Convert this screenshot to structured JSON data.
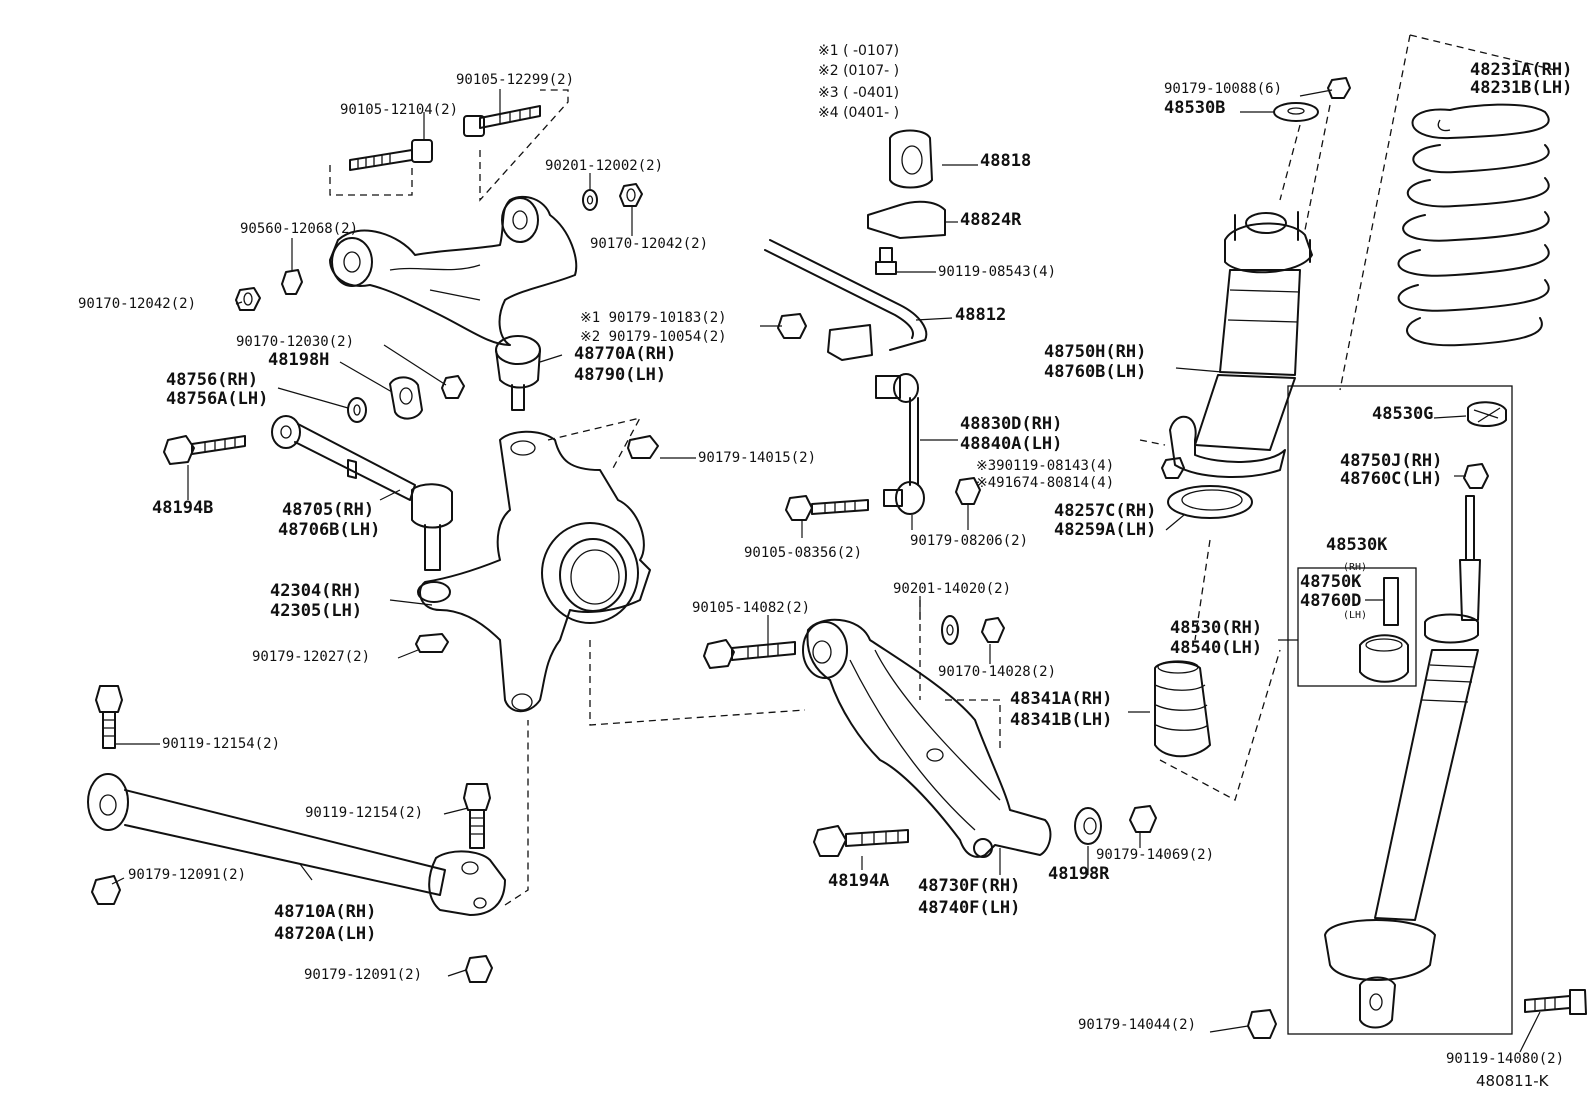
{
  "diagram": {
    "figure_id": "480811-K",
    "legend": [
      {
        "mark": "※1",
        "range": "(      -0107)"
      },
      {
        "mark": "※2",
        "range": "(0107-      )"
      },
      {
        "mark": "※3",
        "range": "(      -0401)"
      },
      {
        "mark": "※4",
        "range": "(0401-      )"
      }
    ],
    "labels": [
      {
        "id": "p90105-12299",
        "text": "90105-12299(2)"
      },
      {
        "id": "p90105-12104",
        "text": "90105-12104(2)"
      },
      {
        "id": "p90201-12002",
        "text": "90201-12002(2)"
      },
      {
        "id": "p90170-12042-a",
        "text": "90170-12042(2)"
      },
      {
        "id": "p90560-12068",
        "text": "90560-12068(2)"
      },
      {
        "id": "p90170-12042-b",
        "text": "90170-12042(2)"
      },
      {
        "id": "p90170-12030",
        "text": "90170-12030(2)"
      },
      {
        "id": "p48198h",
        "text": "48198H"
      },
      {
        "id": "p48756",
        "text": "48756(RH)"
      },
      {
        "id": "p48756a",
        "text": "48756A(LH)"
      },
      {
        "id": "p48194b",
        "text": "48194B"
      },
      {
        "id": "p48705",
        "text": "48705(RH)"
      },
      {
        "id": "p48706b",
        "text": "48706B(LH)"
      },
      {
        "id": "p90179-10183",
        "text": "※1 90179-10183(2)"
      },
      {
        "id": "p90179-10054",
        "text": "※2 90179-10054(2)"
      },
      {
        "id": "p48770a",
        "text": "48770A(RH)"
      },
      {
        "id": "p48790",
        "text": "48790(LH)"
      },
      {
        "id": "p48818",
        "text": "48818"
      },
      {
        "id": "p48824r",
        "text": "48824R"
      },
      {
        "id": "p90119-08543",
        "text": "90119-08543(4)"
      },
      {
        "id": "p48812",
        "text": "48812"
      },
      {
        "id": "p90179-14015",
        "text": "90179-14015(2)"
      },
      {
        "id": "p48830d",
        "text": "48830D(RH)"
      },
      {
        "id": "p48840a",
        "text": "48840A(LH)"
      },
      {
        "id": "p390119-08143",
        "text": "※390119-08143(4)"
      },
      {
        "id": "p491674-80814",
        "text": "※491674-80814(4)"
      },
      {
        "id": "p90105-08356",
        "text": "90105-08356(2)"
      },
      {
        "id": "p90179-08206",
        "text": "90179-08206(2)"
      },
      {
        "id": "p42304",
        "text": "42304(RH)"
      },
      {
        "id": "p42305",
        "text": "42305(LH)"
      },
      {
        "id": "p90179-12027",
        "text": "90179-12027(2)"
      },
      {
        "id": "p90201-14020",
        "text": "90201-14020(2)"
      },
      {
        "id": "p90105-14082",
        "text": "90105-14082(2)"
      },
      {
        "id": "p90170-14028",
        "text": "90170-14028(2)"
      },
      {
        "id": "p48341a",
        "text": "48341A(RH)"
      },
      {
        "id": "p48341b",
        "text": "48341B(LH)"
      },
      {
        "id": "p90119-12154-a",
        "text": "90119-12154(2)"
      },
      {
        "id": "p90119-12154-b",
        "text": "90119-12154(2)"
      },
      {
        "id": "p90179-12091-a",
        "text": "90179-12091(2)"
      },
      {
        "id": "p48710a",
        "text": "48710A(RH)"
      },
      {
        "id": "p48720a",
        "text": "48720A(LH)"
      },
      {
        "id": "p90179-12091-b",
        "text": "90179-12091(2)"
      },
      {
        "id": "p48194a",
        "text": "48194A"
      },
      {
        "id": "p48730f",
        "text": "48730F(RH)"
      },
      {
        "id": "p48740f",
        "text": "48740F(LH)"
      },
      {
        "id": "p48198r",
        "text": "48198R"
      },
      {
        "id": "p90179-14069",
        "text": "90179-14069(2)"
      },
      {
        "id": "p90179-14044",
        "text": "90179-14044(2)"
      },
      {
        "id": "p90119-14080",
        "text": "90119-14080(2)"
      },
      {
        "id": "p90179-10088",
        "text": "90179-10088(6)"
      },
      {
        "id": "p48530b",
        "text": "48530B"
      },
      {
        "id": "p48231a",
        "text": "48231A(RH)"
      },
      {
        "id": "p48231b",
        "text": "48231B(LH)"
      },
      {
        "id": "p48750h",
        "text": "48750H(RH)"
      },
      {
        "id": "p48760b",
        "text": "48760B(LH)"
      },
      {
        "id": "p48530g",
        "text": "48530G"
      },
      {
        "id": "p48750j",
        "text": "48750J(RH)"
      },
      {
        "id": "p48760c",
        "text": "48760C(LH)"
      },
      {
        "id": "p48257c",
        "text": "48257C(RH)"
      },
      {
        "id": "p48259a",
        "text": "48259A(LH)"
      },
      {
        "id": "p48530k",
        "text": "48530K"
      },
      {
        "id": "p48750k-rh",
        "text": "(RH)"
      },
      {
        "id": "p48750k",
        "text": "48750K"
      },
      {
        "id": "p48760d",
        "text": "48760D"
      },
      {
        "id": "p48760d-lh",
        "text": "(LH)"
      },
      {
        "id": "p48530",
        "text": "48530(RH)"
      },
      {
        "id": "p48540",
        "text": "48540(LH)"
      }
    ]
  }
}
